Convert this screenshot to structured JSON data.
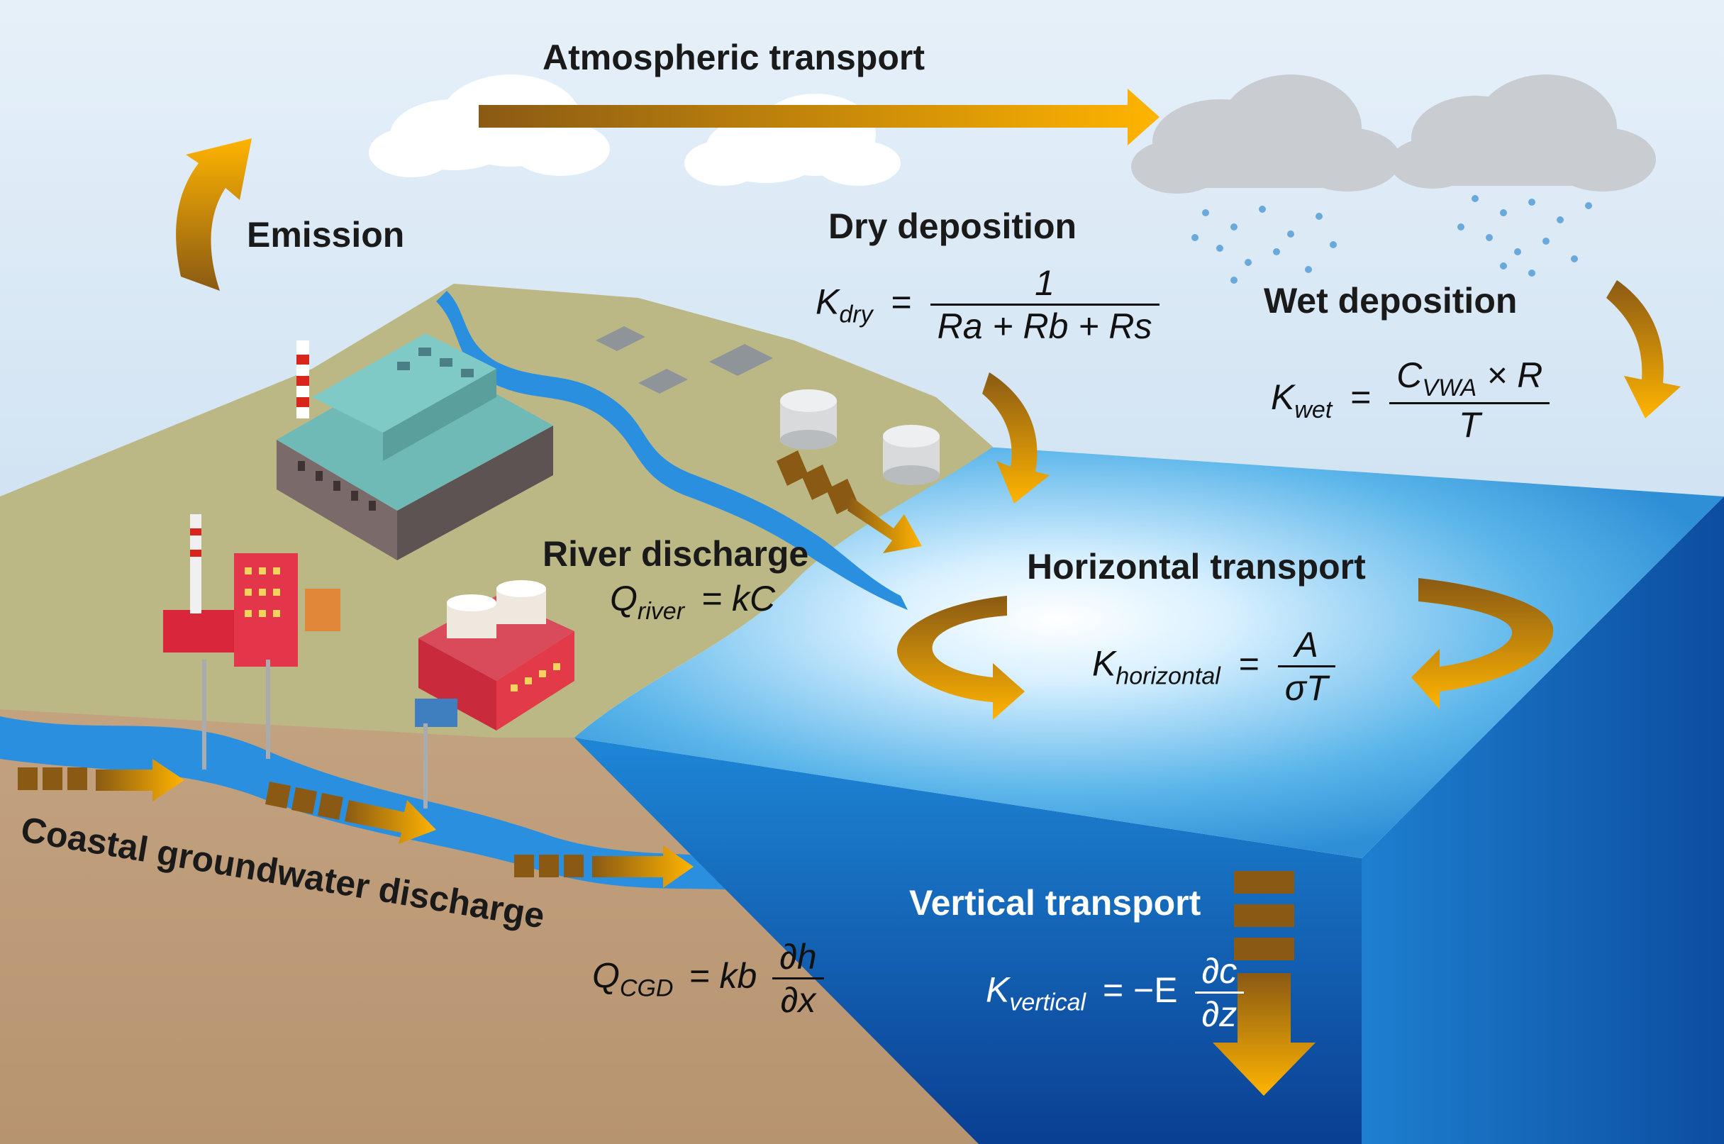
{
  "labels": {
    "atmospheric_transport": "Atmospheric transport",
    "emission": "Emission",
    "dry_deposition": "Dry deposition",
    "wet_deposition": "Wet deposition",
    "river_discharge": "River discharge",
    "horizontal_transport": "Horizontal transport",
    "vertical_transport": "Vertical transport",
    "coastal_groundwater_discharge": "Coastal groundwater discharge"
  },
  "equations": {
    "dry": {
      "lhs": "K",
      "lhs_sub": "dry",
      "eq": "=",
      "num": "1",
      "den": "Ra + Rb + Rs"
    },
    "wet": {
      "lhs": "K",
      "lhs_sub": "wet",
      "eq": "=",
      "num": "C",
      "num_sub": "VWA",
      "num_tail": " × R",
      "den": "T"
    },
    "river": {
      "lhs": "Q",
      "lhs_sub": "river",
      "rhs": "= kC"
    },
    "horizontal": {
      "lhs": "K",
      "lhs_sub": "horizontal",
      "eq": "=",
      "num": "A",
      "den": "σT"
    },
    "vertical": {
      "lhs": "K",
      "lhs_sub": "vertical",
      "eq": "= −E",
      "num": "∂c",
      "den": "∂z"
    },
    "cgd": {
      "lhs": "Q",
      "lhs_sub": "CGD",
      "eq": "= kb",
      "num": "∂h",
      "den": "∂x"
    }
  },
  "colors": {
    "sky": "#dbe9f5",
    "land": "#bcb886",
    "soil": "#c4a383",
    "sea_top": "#5bb8ec",
    "sea_front": "#0f5fb5",
    "sea_side": "#0a4a99",
    "arrow_orange": "#f5a300",
    "arrow_brown": "#8a5a14",
    "groundwater": "#2b8fe0",
    "cloud_grey": "#c8cbcf",
    "rain": "#69a9dd"
  },
  "icons": [
    "factory-icon",
    "industrial-plant-icon",
    "storage-tank-icon",
    "cloud-icon",
    "rain-cloud-icon",
    "smokestack-icon"
  ]
}
